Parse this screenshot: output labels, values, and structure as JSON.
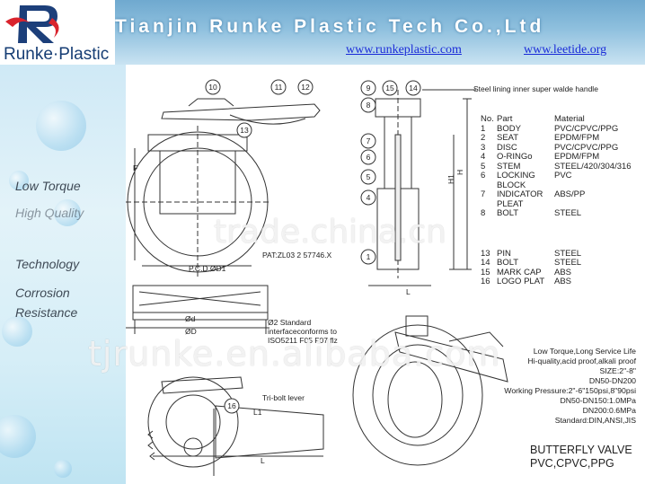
{
  "header": {
    "company": "Tianjin Runke Plastic Tech Co.,Ltd",
    "logo_text": "Runke·Plastic",
    "url1": "www.runkeplastic.com",
    "url2": "www.leetide.org"
  },
  "features": [
    "Low Torque",
    "High Quality",
    "Technology",
    "Corrosion",
    "Resistance"
  ],
  "drawing_labels": {
    "steel_lining": "Steel lining inner super walde handle",
    "pat": "PAT:ZL03 2 57746.X",
    "pcd": "P.C.D.ØD1",
    "d": "Ød",
    "D": "ØD",
    "standard1": "Ø2  Standard",
    "standard2": "interfaceconforms to",
    "standard3": "ISO5211 F05 F07 flz",
    "tribolt": "Tri-bolt lever",
    "L": "L",
    "L1": "L1",
    "H": "H",
    "H1": "H1",
    "F": "F"
  },
  "balloons": [
    "10",
    "11",
    "12",
    "13",
    "9",
    "15",
    "14",
    "8",
    "7",
    "6",
    "5",
    "4",
    "1",
    "16"
  ],
  "parts_table": {
    "headers": [
      "No.",
      "Part",
      "Material"
    ],
    "rows": [
      [
        "1",
        "BODY",
        "PVC/CPVC/PPG"
      ],
      [
        "2",
        "SEAT",
        "EPDM/FPM"
      ],
      [
        "3",
        "DISC",
        "PVC/CPVC/PPG"
      ],
      [
        "4",
        "O-RINGo",
        "EPDM/FPM"
      ],
      [
        "5",
        "STEM",
        "STEEL/420/304/316"
      ],
      [
        "6",
        "LOCKING",
        "PVC"
      ],
      [
        "",
        "BLOCK",
        ""
      ],
      [
        "7",
        "INDICATOR",
        "ABS/PP"
      ],
      [
        "",
        "PLEAT",
        ""
      ],
      [
        "8",
        "BOLT",
        "STEEL"
      ]
    ],
    "rows2": [
      [
        "13",
        "PIN",
        "STEEL"
      ],
      [
        "14",
        "BOLT",
        "STEEL"
      ],
      [
        "15",
        "MARK CAP",
        "ABS"
      ],
      [
        "16",
        "LOGO PLAT",
        "ABS"
      ]
    ]
  },
  "specs": [
    "Low Torque,Long Service Life",
    "Hi-quality,acid proof,alkali proof",
    "SIZE:2\"-8\"",
    "DN50-DN200",
    "Working Pressure:2\"-6\"150psi,8\"90psi",
    "DN50-DN150:1.0MPa",
    "DN200:0.6MPa",
    "Standard:DIN,ANSI,JIS"
  ],
  "title": {
    "line1": "BUTTERFLY VALVE",
    "line2": "PVC,CPVC,PPG"
  },
  "watermarks": {
    "w1": "trade.china.cn",
    "w2": "tjrunke.en.alibaba.com"
  }
}
